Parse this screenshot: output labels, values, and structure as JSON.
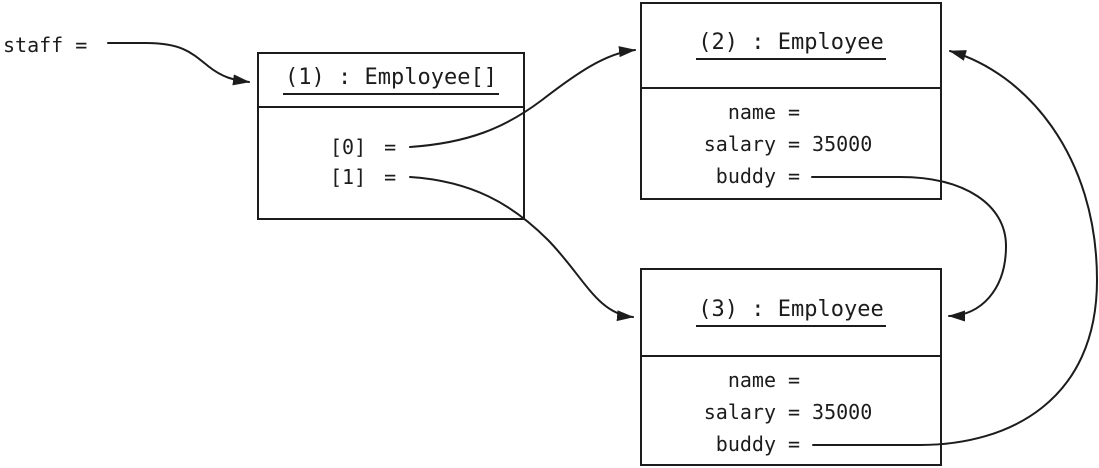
{
  "diagram": {
    "background": "#ffffff",
    "line_color": "#1c1c1c",
    "staff_label": "staff =",
    "objects": [
      {
        "title": "(1) : Employee[]",
        "fields": [
          {
            "name": "[0]",
            "eq": "=",
            "value": ""
          },
          {
            "name": "[1]",
            "eq": "=",
            "value": ""
          }
        ]
      },
      {
        "title": "(2) : Employee",
        "fields": [
          {
            "name": "name",
            "eq": "=",
            "value": ""
          },
          {
            "name": "salary",
            "eq": "=",
            "value": "35000"
          },
          {
            "name": "buddy",
            "eq": "=",
            "value": ""
          }
        ]
      },
      {
        "title": "(3) : Employee",
        "fields": [
          {
            "name": "name",
            "eq": "=",
            "value": ""
          },
          {
            "name": "salary",
            "eq": "=",
            "value": "35000"
          },
          {
            "name": "buddy",
            "eq": "=",
            "value": ""
          }
        ]
      }
    ],
    "references": [
      {
        "from": "staff",
        "to": "(1)"
      },
      {
        "from": "(1).[0]",
        "to": "(2)"
      },
      {
        "from": "(1).[1]",
        "to": "(3)"
      },
      {
        "from": "(2).buddy",
        "to": "(3)"
      },
      {
        "from": "(3).buddy",
        "to": "(2)"
      }
    ]
  }
}
